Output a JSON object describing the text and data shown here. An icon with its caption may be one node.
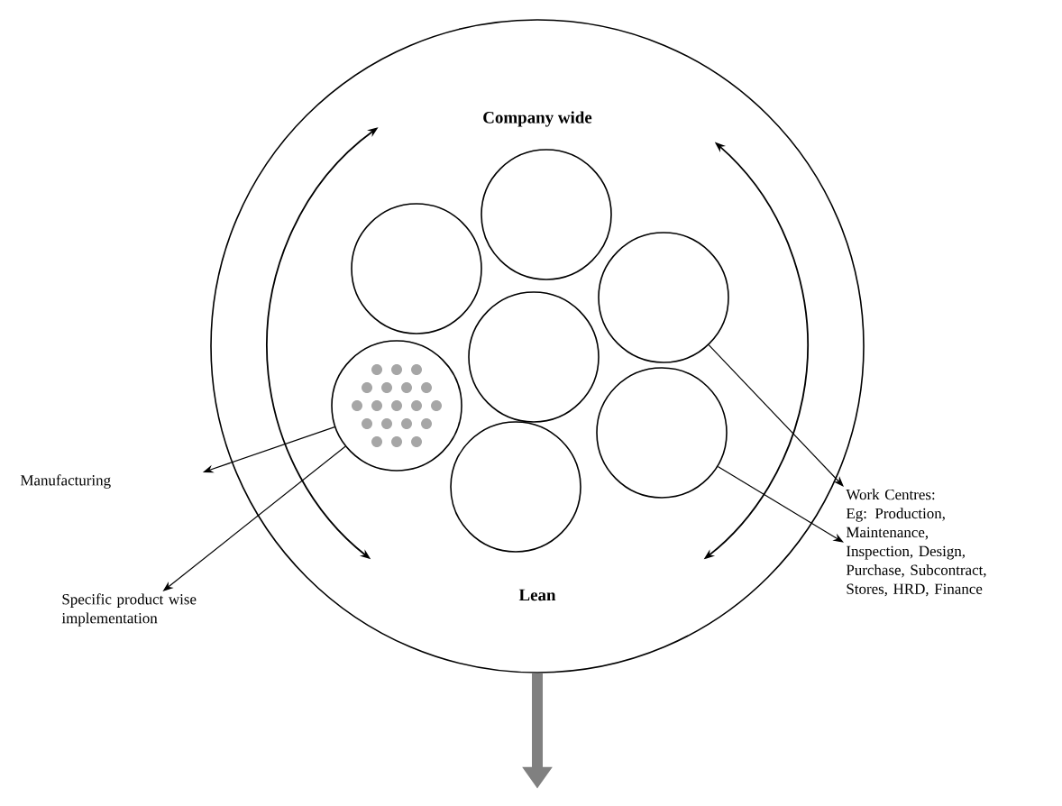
{
  "diagram": {
    "nodes": [
      {
        "text": [
          "Company wide",
          "Lean"
        ]
      },
      {
        "text": [],
        "shape": "circle",
        "in": 0
      },
      {
        "text": [],
        "shape": "circle",
        "in": 0
      },
      {
        "text": [],
        "shape": "circle",
        "in": 0
      },
      {
        "text": [],
        "shape": "circle",
        "in": 0
      },
      {
        "text": [],
        "shape": "circle",
        "in": 0
      },
      {
        "text": [],
        "shape": "circle",
        "in": 0
      },
      {
        "text": [],
        "shape": "circle",
        "in": 0
      },
      {
        "text": [
          "Manufacturing"
        ]
      },
      {
        "text": [
          "Specific product wise implementation"
        ]
      },
      {
        "text": [
          "Work Centres: Eg: Production, Maintenance, Inspection, Design, Purchase, Subcontract, Stores, HRD, Finance"
        ]
      }
    ],
    "edges": [
      {
        "from": 5,
        "to": 8,
        "arrow": "to"
      },
      {
        "from": 5,
        "to": 9,
        "arrow": "to"
      },
      {
        "from": 3,
        "to": 10,
        "arrow": "to"
      },
      {
        "from": 6,
        "to": 10,
        "arrow": "to"
      },
      {
        "from": 0,
        "to": null,
        "arrow": "to",
        "style": "thick",
        "color": "#808080"
      }
    ]
  }
}
